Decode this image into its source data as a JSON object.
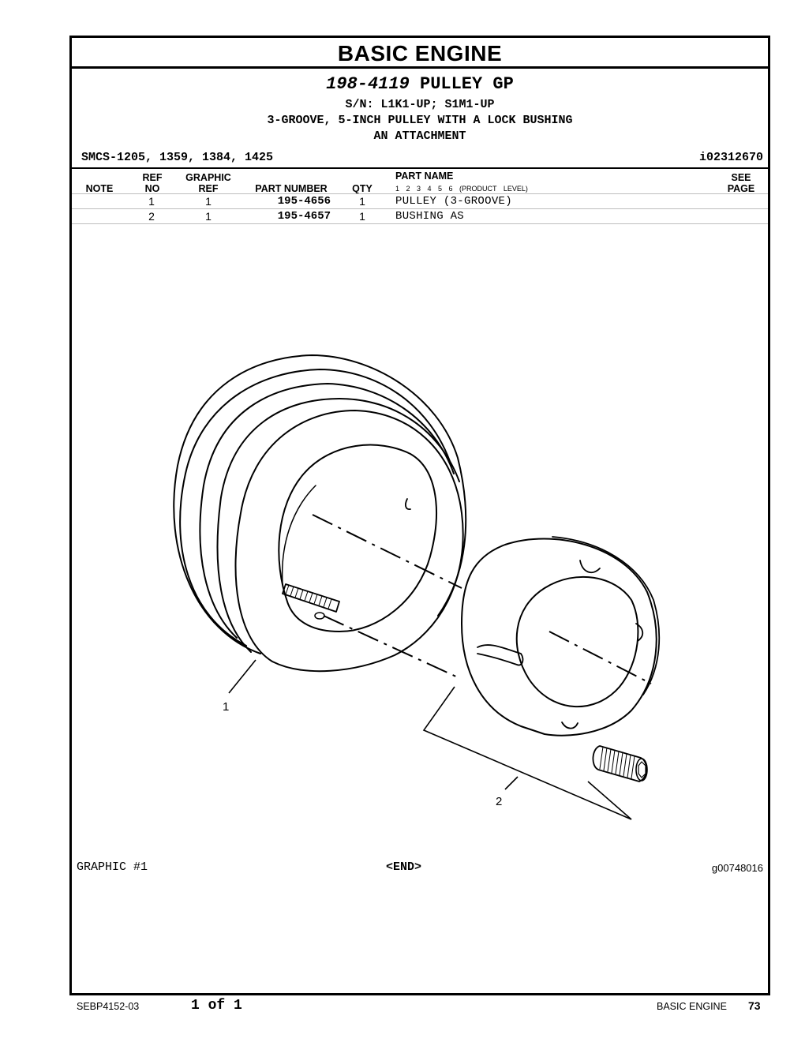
{
  "section_title": "BASIC ENGINE",
  "group": {
    "part_number": "198-4119",
    "name": "PULLEY GP",
    "serial": "S/N: L1K1-UP; S1M1-UP",
    "description_1": "3-GROOVE, 5-INCH PULLEY WITH A LOCK BUSHING",
    "description_2": "AN ATTACHMENT",
    "smcs": "SMCS-1205, 1359, 1384, 1425",
    "ident": "i02312670"
  },
  "table": {
    "headers": {
      "note": "NOTE",
      "ref_no_1": "REF",
      "ref_no_2": "NO",
      "graphic_ref_1": "GRAPHIC",
      "graphic_ref_2": "REF",
      "part_number": "PART NUMBER",
      "qty": "QTY",
      "part_name": "PART NAME",
      "product_level": "1 2 3 4 5 6 (PRODUCT LEVEL)",
      "see_page_1": "SEE",
      "see_page_2": "PAGE"
    },
    "rows": [
      {
        "ref_no": "1",
        "graphic_ref": "1",
        "part_number": "195-4656",
        "qty": "1",
        "part_name": "PULLEY (3-GROOVE)"
      },
      {
        "ref_no": "2",
        "graphic_ref": "1",
        "part_number": "195-4657",
        "qty": "1",
        "part_name": "BUSHING AS"
      }
    ]
  },
  "graphic": {
    "callout_1": "1",
    "callout_2": "2",
    "label": "GRAPHIC #1",
    "end": "<END>",
    "id": "g00748016"
  },
  "footer": {
    "doc_number": "SEBP4152-03",
    "page_of": "1 of 1",
    "section": "BASIC ENGINE",
    "page_number": "73"
  }
}
